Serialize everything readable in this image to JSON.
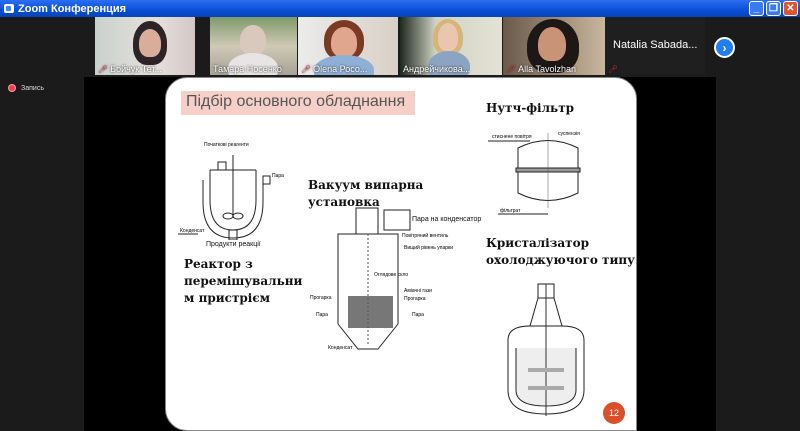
{
  "window": {
    "title": "Zoom Конференция",
    "minimize": "_",
    "restore": "❐",
    "close": "✕"
  },
  "participants": [
    {
      "name": "Бойчук Тет...",
      "muted": true
    },
    {
      "name": "Тамара Носенко",
      "muted": false
    },
    {
      "name": "Olena Росо...",
      "muted": true
    },
    {
      "name": "Андрейчикова...",
      "muted": false
    },
    {
      "name": "Alla Tavolzhan",
      "muted": true
    },
    {
      "name": "Natalia Sabada...",
      "muted": true
    }
  ],
  "next_icon": "›",
  "recording": {
    "label": "Запись"
  },
  "slide": {
    "title": "Підбір основного обладнання",
    "reactor_heading": "Реактор з перемішувальни м пристрієм",
    "vacuum_heading": "Вакуум випарна установка",
    "nutsch_heading": "Нутч-фільтр",
    "crystallizer_heading": "Кристалізатор охолоджуючого типу",
    "page_number": "12",
    "reactor_labels": {
      "top": "Початкові реагенти",
      "steam": "Пара",
      "condensate": "Конденсат",
      "products": "Продукти реакції"
    },
    "vacuum_labels": {
      "steam_out": "Пара на конденсатор",
      "valve": "Повітряний вентиль",
      "level": "Вищий рівень упарки",
      "glass": "Оглядове скло",
      "gases": "Аміачні гази",
      "heater_left": "Прогарка",
      "heater_right": "Прогарка",
      "steam_left": "Пара",
      "steam_right": "Пара",
      "condensate": "Конденсат"
    },
    "nutsch_labels": {
      "air": "стиснене повітря",
      "suspension": "суспензія",
      "filtrate": "фільтрат"
    }
  }
}
